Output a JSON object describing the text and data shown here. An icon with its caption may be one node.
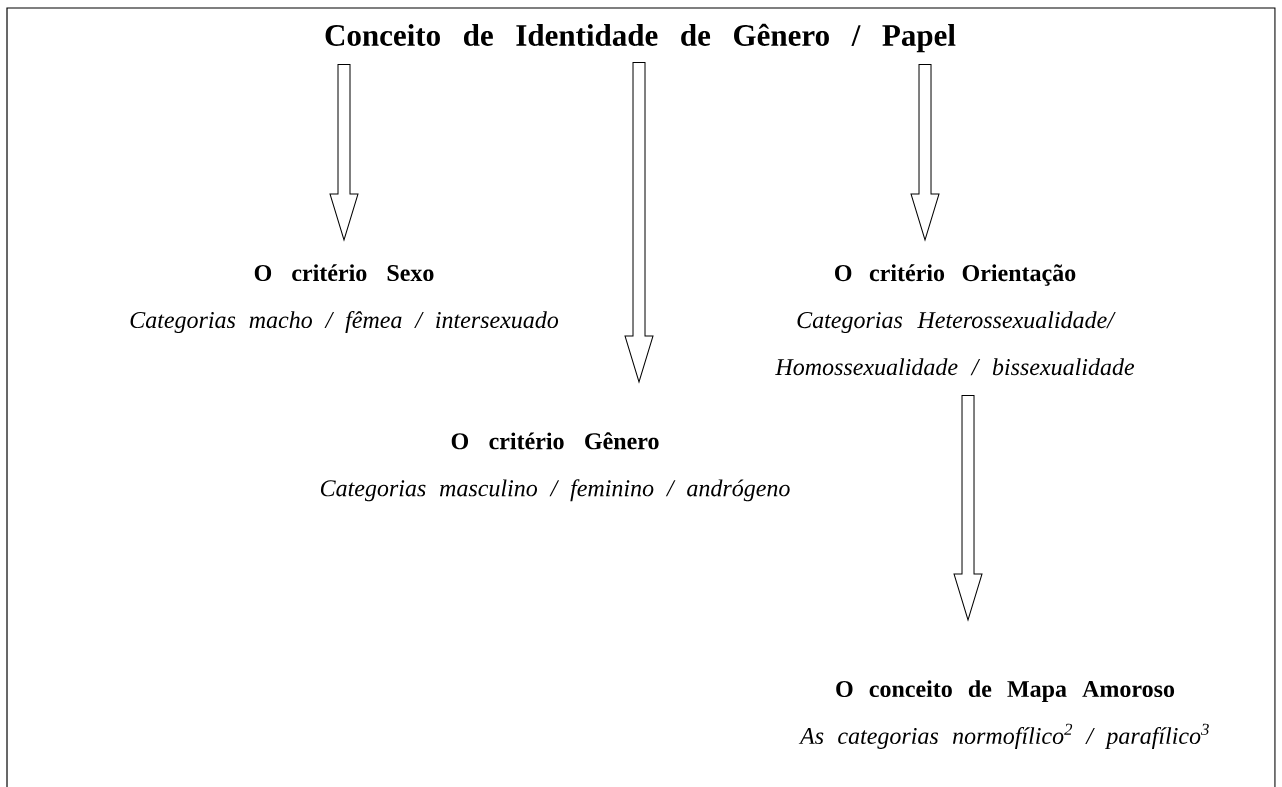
{
  "diagram": {
    "nodes": [
      {
        "text": [
          "Conceito de Identidade de Gênero / Papel"
        ]
      },
      {
        "text": [
          "O critério Sexo",
          "Categorias macho / fêmea / intersexuado"
        ]
      },
      {
        "text": [
          "O critério  Orientação",
          "Categorias Heterossexualidade/ Homossexualidade /  bissexualidade"
        ]
      },
      {
        "text": [
          "O critério Gênero",
          "Categorias masculino / feminino / andrógeno"
        ]
      },
      {
        "text": [
          "O conceito de Mapa Amoroso",
          "As categorias normofílico$^{2}$ / parafílico$^{3}$"
        ]
      }
    ],
    "edges": [
      {
        "from": 0,
        "to": 1,
        "arrow": "to"
      },
      {
        "from": 0,
        "to": 3,
        "arrow": "to"
      },
      {
        "from": 0,
        "to": 2,
        "arrow": "to"
      },
      {
        "from": 2,
        "to": 4,
        "arrow": "to"
      }
    ]
  }
}
